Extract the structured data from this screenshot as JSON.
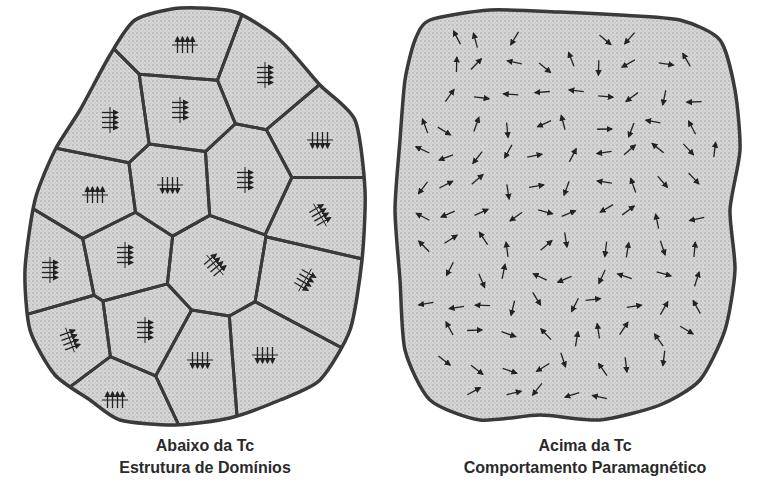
{
  "diagram": {
    "labels": [
      "Abaixo da Tc",
      "Estrutura de Domínios",
      "Acima da Tc",
      "Comportamento Paramagnético"
    ]
  }
}
